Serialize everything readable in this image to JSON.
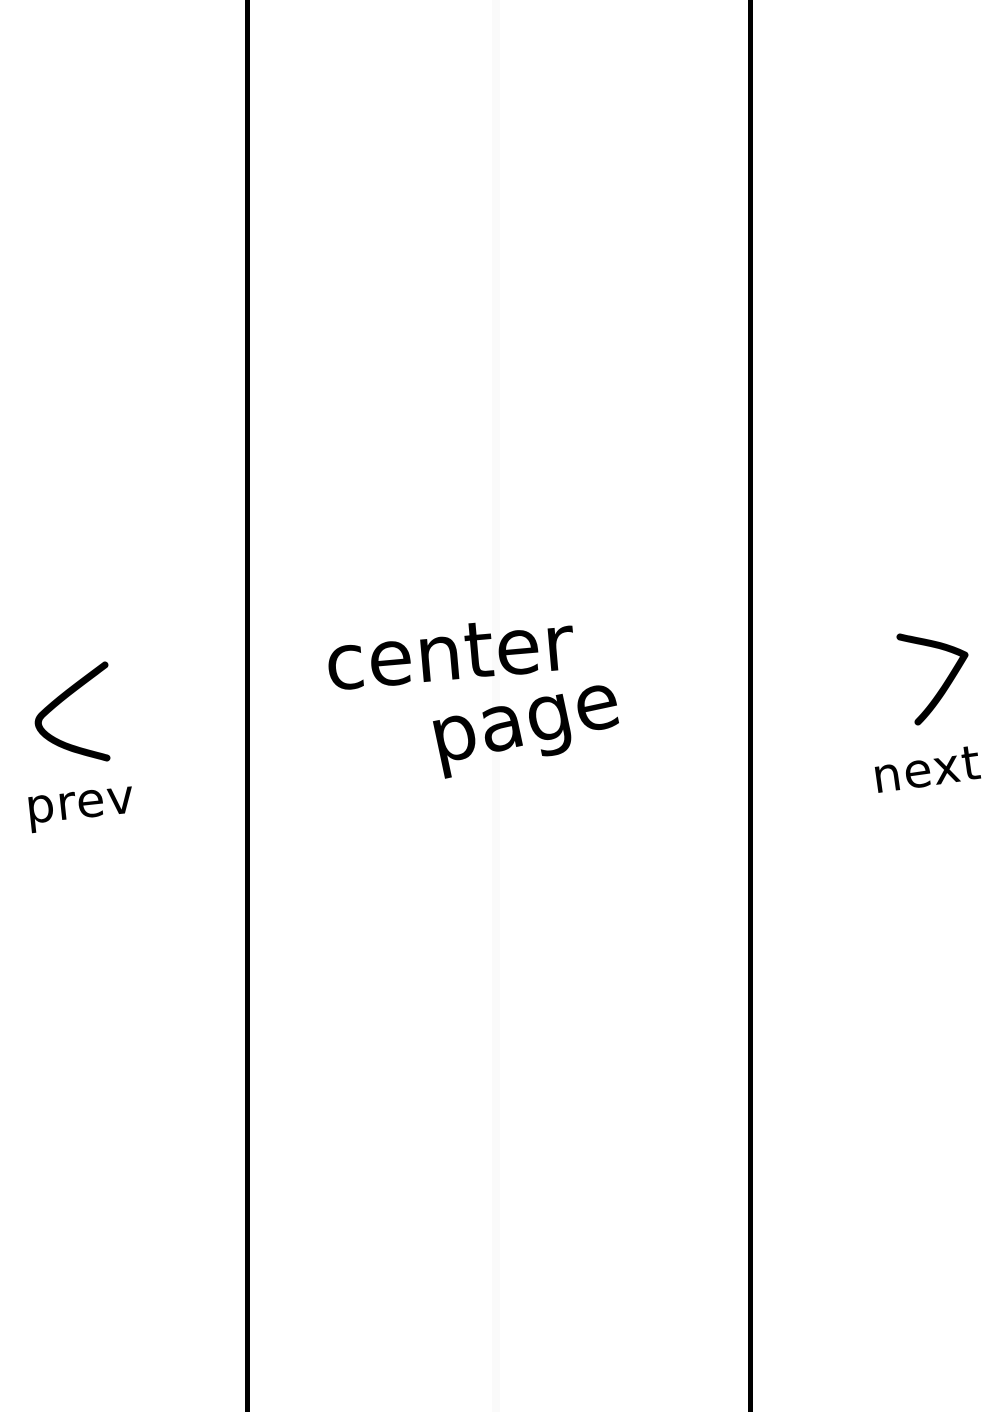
{
  "wireframe": {
    "prev": {
      "icon": "chevron-left-icon",
      "label": "prev"
    },
    "center": {
      "line1": "center",
      "line2": "page"
    },
    "next": {
      "icon": "chevron-right-icon",
      "label": "next"
    },
    "colors": {
      "background": "#ffffff",
      "stroke": "#000000"
    }
  }
}
